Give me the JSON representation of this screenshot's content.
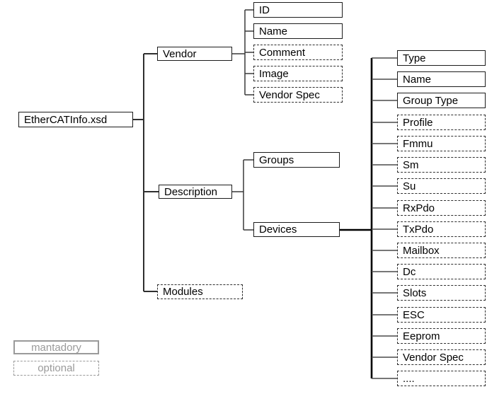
{
  "colors": {
    "box_border": "#1c1c1c",
    "wire": "#3a3a3a",
    "wire_thick": "#000000",
    "legend_gray": "#9a9a9a",
    "text": "#000000",
    "background": "#ffffff"
  },
  "tree": {
    "root": {
      "label": "EtherCATInfo.xsd",
      "required": true
    },
    "vendor": {
      "label": "Vendor",
      "required": true,
      "children": [
        {
          "label": "ID",
          "required": true
        },
        {
          "label": "Name",
          "required": true
        },
        {
          "label": "Comment",
          "required": false
        },
        {
          "label": "Image",
          "required": false
        },
        {
          "label": "Vendor Spec",
          "required": false
        }
      ]
    },
    "description": {
      "label": "Description",
      "required": true,
      "children": [
        {
          "label": "Groups",
          "required": true
        },
        {
          "label": "Devices",
          "required": true
        }
      ]
    },
    "devices_children": [
      {
        "label": "Type",
        "required": true
      },
      {
        "label": "Name",
        "required": true
      },
      {
        "label": "Group Type",
        "required": true
      },
      {
        "label": "Profile",
        "required": false
      },
      {
        "label": "Fmmu",
        "required": false
      },
      {
        "label": "Sm",
        "required": false
      },
      {
        "label": "Su",
        "required": false
      },
      {
        "label": "RxPdo",
        "required": false
      },
      {
        "label": "TxPdo",
        "required": false
      },
      {
        "label": "Mailbox",
        "required": false
      },
      {
        "label": "Dc",
        "required": false
      },
      {
        "label": "Slots",
        "required": false
      },
      {
        "label": "ESC",
        "required": false
      },
      {
        "label": "Eeprom",
        "required": false
      },
      {
        "label": "Vendor Spec",
        "required": false
      },
      {
        "label": "....",
        "required": false
      }
    ],
    "modules": {
      "label": "Modules",
      "required": false
    }
  },
  "legend": {
    "mandatory_label": "mantadory",
    "optional_label": "optional"
  }
}
